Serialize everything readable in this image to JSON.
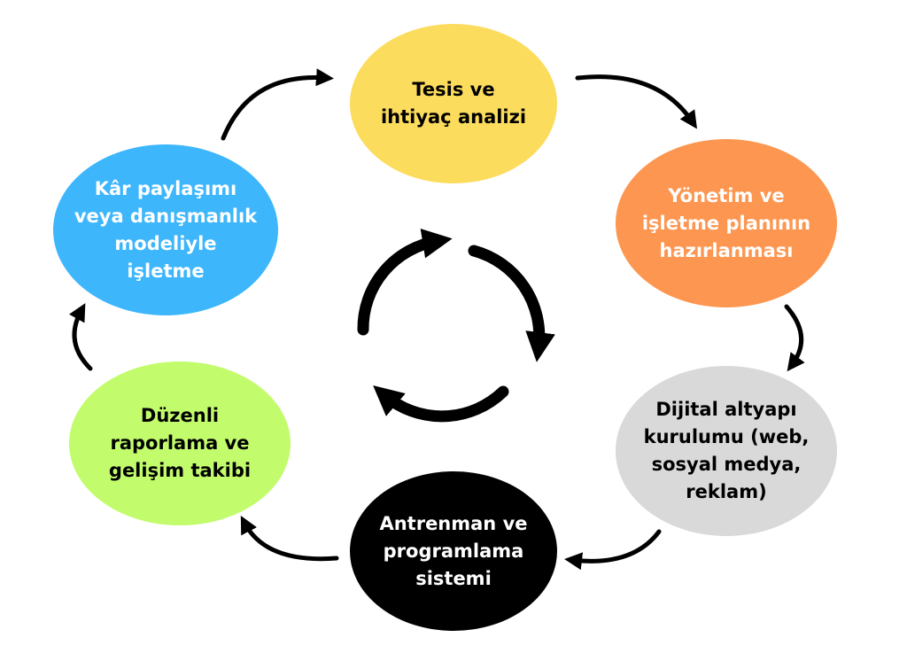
{
  "colors": {
    "step1": "#fcdc5c",
    "step2": "#fd9650",
    "step3": "#d9d9d9",
    "step4": "#000000",
    "step5": "#c2fc6c",
    "step6": "#3db6fc",
    "arrows": "#000000"
  },
  "steps": [
    {
      "lines": [
        "Tesis ve",
        "ihtiyaç analizi"
      ]
    },
    {
      "lines": [
        "Yönetim ve",
        "işletme planının",
        "hazırlanması"
      ]
    },
    {
      "lines": [
        "Dijital altyapı",
        "kurulumu (web,",
        "sosyal medya,",
        "reklam)"
      ]
    },
    {
      "lines": [
        "Antrenman ve",
        "programlama",
        "sistemi"
      ]
    },
    {
      "lines": [
        "Düzenli",
        "raporlama ve",
        "gelişim takibi"
      ]
    },
    {
      "lines": [
        "Kâr paylaşımı",
        "veya danışmanlık",
        "modeliyle",
        "işletme"
      ]
    }
  ]
}
